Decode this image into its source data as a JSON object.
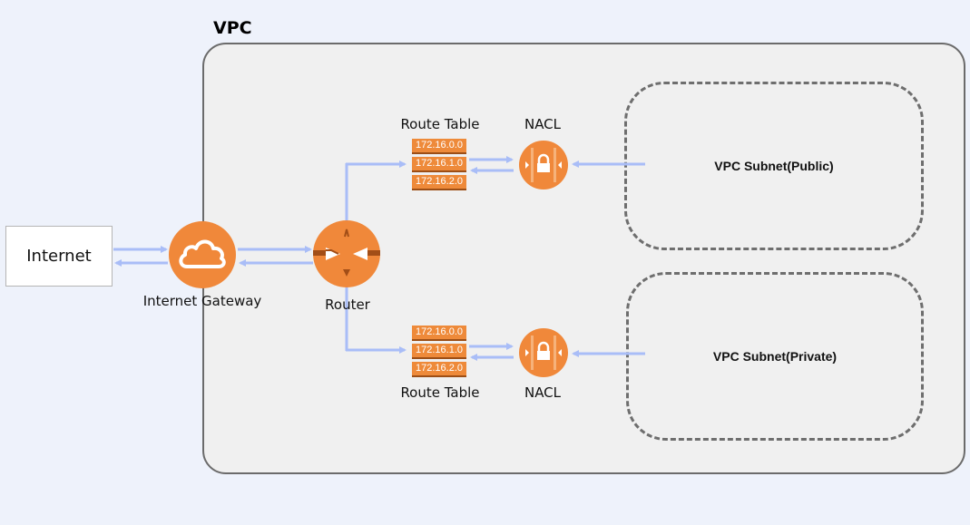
{
  "vpc": {
    "title": "VPC"
  },
  "internet": {
    "label": "Internet"
  },
  "gateway": {
    "label": "Internet Gateway",
    "icon": "cloud-icon"
  },
  "router": {
    "label": "Router",
    "icon": "router-icon"
  },
  "route_tables": [
    {
      "label": "Route Table",
      "entries": [
        "172.16.0.0",
        "172.16.1.0",
        "172.16.2.0"
      ]
    },
    {
      "label": "Route Table",
      "entries": [
        "172.16.0.0",
        "172.16.1.0",
        "172.16.2.0"
      ]
    }
  ],
  "nacls": [
    {
      "label": "NACL",
      "icon": "lock-icon"
    },
    {
      "label": "NACL",
      "icon": "lock-icon"
    }
  ],
  "subnets": [
    {
      "label": "VPC Subnet(Public)"
    },
    {
      "label": "VPC Subnet(Private)"
    }
  ],
  "colors": {
    "accent_orange": "#f0883a",
    "connector_blue": "#a9bdf7",
    "vpc_border": "#6b6b6b",
    "background": "#eef2fb"
  }
}
